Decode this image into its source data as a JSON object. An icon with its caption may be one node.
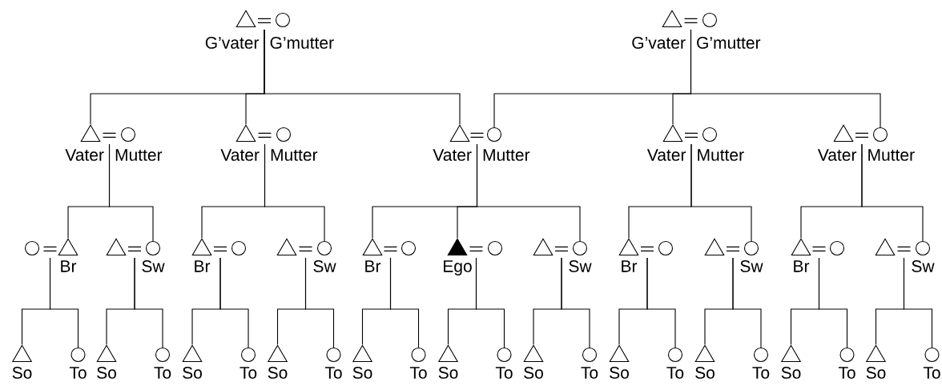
{
  "diagram": {
    "nodes": [
      {
        "text": [
          "G’vater"
        ]
      },
      {
        "text": [
          "G’mutter"
        ]
      },
      {
        "text": [
          "G’vater"
        ]
      },
      {
        "text": [
          "G’mutter"
        ]
      },
      {
        "text": [
          "Vater"
        ]
      },
      {
        "text": [
          "Mutter"
        ]
      },
      {
        "text": [
          "Vater"
        ]
      },
      {
        "text": [
          "Mutter"
        ]
      },
      {
        "text": [
          "Vater"
        ]
      },
      {
        "text": [
          "Mutter"
        ]
      },
      {
        "text": [
          "Vater"
        ]
      },
      {
        "text": [
          "Mutter"
        ]
      },
      {
        "text": [
          "Vater"
        ]
      },
      {
        "text": [
          "Mutter"
        ]
      },
      {
        "text": [],
        "shape": "circle"
      },
      {
        "text": [
          "Br"
        ]
      },
      {
        "text": [],
        "shape": "triangle"
      },
      {
        "text": [
          "Sw"
        ]
      },
      {
        "text": [
          "Br"
        ]
      },
      {
        "text": [],
        "shape": "circle"
      },
      {
        "text": [],
        "shape": "triangle"
      },
      {
        "text": [
          "Sw"
        ]
      },
      {
        "text": [
          "Br"
        ]
      },
      {
        "text": [],
        "shape": "circle"
      },
      {
        "text": [
          "Ego"
        ]
      },
      {
        "text": [],
        "shape": "circle"
      },
      {
        "text": [],
        "shape": "triangle"
      },
      {
        "text": [
          "Sw"
        ]
      },
      {
        "text": [
          "Br"
        ]
      },
      {
        "text": [],
        "shape": "circle"
      },
      {
        "text": [],
        "shape": "triangle"
      },
      {
        "text": [
          "Sw"
        ]
      },
      {
        "text": [
          "Br"
        ]
      },
      {
        "text": [],
        "shape": "circle"
      },
      {
        "text": [],
        "shape": "triangle"
      },
      {
        "text": [
          "Sw"
        ]
      },
      {
        "text": [
          "So"
        ]
      },
      {
        "text": [
          "To"
        ]
      },
      {
        "text": [
          "So"
        ]
      },
      {
        "text": [
          "To"
        ]
      },
      {
        "text": [
          "So"
        ]
      },
      {
        "text": [
          "To"
        ]
      },
      {
        "text": [
          "So"
        ]
      },
      {
        "text": [
          "To"
        ]
      },
      {
        "text": [
          "So"
        ]
      },
      {
        "text": [
          "To"
        ]
      },
      {
        "text": [
          "So"
        ]
      },
      {
        "text": [
          "To"
        ]
      },
      {
        "text": [
          "So"
        ]
      },
      {
        "text": [
          "To"
        ]
      },
      {
        "text": [
          "So"
        ]
      },
      {
        "text": [
          "To"
        ]
      },
      {
        "text": [
          "So"
        ]
      },
      {
        "text": [
          "To"
        ]
      },
      {
        "text": [
          "So"
        ]
      },
      {
        "text": [
          "To"
        ]
      },
      {
        "text": [
          "So"
        ]
      },
      {
        "text": [
          "To"
        ]
      }
    ],
    "edges": [
      {
        "from": 0,
        "to": 1,
        "arrow": "none"
      },
      {
        "from": 2,
        "to": 3,
        "arrow": "none"
      },
      {
        "from": 4,
        "to": 5,
        "arrow": "none"
      },
      {
        "from": 6,
        "to": 7,
        "arrow": "none"
      },
      {
        "from": 8,
        "to": 9,
        "arrow": "none"
      },
      {
        "from": 10,
        "to": 11,
        "arrow": "none"
      },
      {
        "from": 12,
        "to": 13,
        "arrow": "none"
      },
      {
        "from": 15,
        "to": 14,
        "arrow": "none"
      },
      {
        "from": 16,
        "to": 17,
        "arrow": "none"
      },
      {
        "from": 18,
        "to": 19,
        "arrow": "none"
      },
      {
        "from": 20,
        "to": 21,
        "arrow": "none"
      },
      {
        "from": 22,
        "to": 23,
        "arrow": "none"
      },
      {
        "from": 24,
        "to": 25,
        "arrow": "none"
      },
      {
        "from": 26,
        "to": 27,
        "arrow": "none"
      },
      {
        "from": 28,
        "to": 29,
        "arrow": "none"
      },
      {
        "from": 30,
        "to": 31,
        "arrow": "none"
      },
      {
        "from": 32,
        "to": 33,
        "arrow": "none"
      },
      {
        "from": 34,
        "to": 35,
        "arrow": "none"
      },
      {
        "from": 0,
        "to": 4,
        "arrow": "none"
      },
      {
        "from": 0,
        "to": 6,
        "arrow": "none"
      },
      {
        "from": 0,
        "to": 8,
        "arrow": "none"
      },
      {
        "from": 2,
        "to": 9,
        "arrow": "none"
      },
      {
        "from": 2,
        "to": 10,
        "arrow": "none"
      },
      {
        "from": 2,
        "to": 13,
        "arrow": "none"
      },
      {
        "from": 4,
        "to": 15,
        "arrow": "none"
      },
      {
        "from": 4,
        "to": 17,
        "arrow": "none"
      },
      {
        "from": 6,
        "to": 18,
        "arrow": "none"
      },
      {
        "from": 6,
        "to": 21,
        "arrow": "none"
      },
      {
        "from": 8,
        "to": 22,
        "arrow": "none"
      },
      {
        "from": 8,
        "to": 24,
        "arrow": "none"
      },
      {
        "from": 8,
        "to": 27,
        "arrow": "none"
      },
      {
        "from": 10,
        "to": 28,
        "arrow": "none"
      },
      {
        "from": 10,
        "to": 31,
        "arrow": "none"
      },
      {
        "from": 12,
        "to": 32,
        "arrow": "none"
      },
      {
        "from": 12,
        "to": 35,
        "arrow": "none"
      },
      {
        "from": 15,
        "to": 36,
        "arrow": "none"
      },
      {
        "from": 15,
        "to": 37,
        "arrow": "none"
      },
      {
        "from": 16,
        "to": 38,
        "arrow": "none"
      },
      {
        "from": 16,
        "to": 39,
        "arrow": "none"
      },
      {
        "from": 18,
        "to": 40,
        "arrow": "none"
      },
      {
        "from": 18,
        "to": 41,
        "arrow": "none"
      },
      {
        "from": 20,
        "to": 42,
        "arrow": "none"
      },
      {
        "from": 20,
        "to": 43,
        "arrow": "none"
      },
      {
        "from": 22,
        "to": 44,
        "arrow": "none"
      },
      {
        "from": 22,
        "to": 45,
        "arrow": "none"
      },
      {
        "from": 24,
        "to": 46,
        "arrow": "none"
      },
      {
        "from": 24,
        "to": 47,
        "arrow": "none"
      },
      {
        "from": 26,
        "to": 48,
        "arrow": "none"
      },
      {
        "from": 26,
        "to": 49,
        "arrow": "none"
      },
      {
        "from": 28,
        "to": 50,
        "arrow": "none"
      },
      {
        "from": 28,
        "to": 51,
        "arrow": "none"
      },
      {
        "from": 30,
        "to": 52,
        "arrow": "none"
      },
      {
        "from": 30,
        "to": 53,
        "arrow": "none"
      },
      {
        "from": 32,
        "to": 54,
        "arrow": "none"
      },
      {
        "from": 32,
        "to": 55,
        "arrow": "none"
      },
      {
        "from": 34,
        "to": 56,
        "arrow": "none"
      },
      {
        "from": 34,
        "to": 57,
        "arrow": "none"
      }
    ]
  }
}
